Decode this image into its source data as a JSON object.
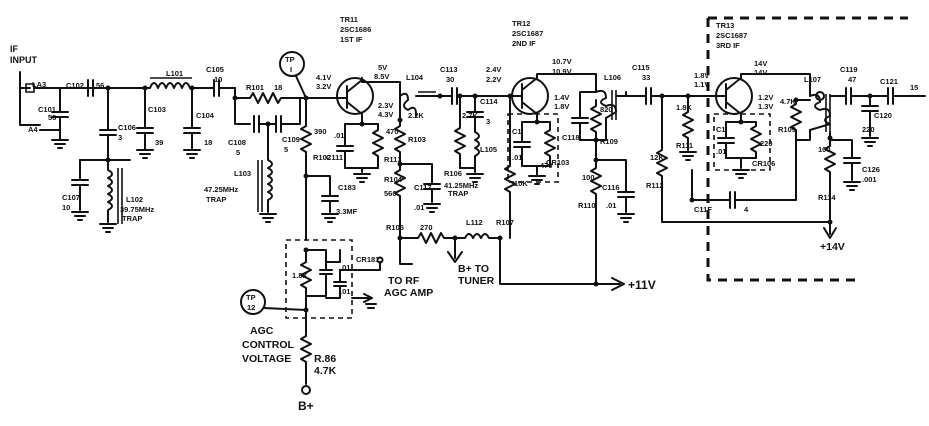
{
  "title": "",
  "labels": {
    "if_input": "IF",
    "if_input2": "INPUT",
    "la3": "LA3",
    "a4": "A4",
    "c101": "C101",
    "c101_val": "56",
    "c102": "C102",
    "c102_val": "56",
    "l101": "L101",
    "c103": "C103",
    "c103_val": "39",
    "c104": "C104",
    "c104_val": "18",
    "c105": "C105",
    "c105_val": "10",
    "c106": "C106",
    "c106_val": "3",
    "c107": "C107",
    "c107_val": "10",
    "l102": "L102",
    "trap1": "39.75MHz",
    "trap1b": "TRAP",
    "r101": "R101",
    "r101_val": "18",
    "c108": "C108",
    "c108_val": "5",
    "c109": "C109",
    "c109_val": "5",
    "l103": "L103",
    "trap2": "47.25MHz",
    "trap2b": "TRAP",
    "tp": "TP",
    "tp_num": "I",
    "tr11": "TR11",
    "tr11_part": "2SC1686",
    "tr11_desc": "1ST IF",
    "v1": "4.1V",
    "v1b": "3.2V",
    "v2": "5V",
    "v2b": "8.5V",
    "v3": "2.3V",
    "v3b": "4.3V",
    "r102": "R102",
    "r102_val": "390",
    "c111": "C111",
    "c111_val": ".01",
    "r113": "R113",
    "r113_val": "470",
    "c183": "C183",
    "c183_val": "3.3MF",
    "l104": "L104",
    "r103": "R103",
    "r103_val": "2.2K",
    "r104": "R104",
    "r104_val": "560",
    "c117": "C117",
    "c117_val": ".01",
    "c113": "C113",
    "c113_val": "30",
    "r106": "R106",
    "r106_val": "2.7K",
    "c114": "C114",
    "c114_val": "3",
    "l105": "L105",
    "trap3": "41.25MHz",
    "trap3b": "TRAP",
    "r105": "R105",
    "r105_val": "270",
    "l112": "L112",
    "b_tuner": "B+ TO",
    "b_tuner2": "TUNER",
    "tr12": "TR12",
    "tr12_part": "2SC1687",
    "tr12_desc": "2ND IF",
    "v4": "2.4V",
    "v4b": "2.2V",
    "v5": "10.7V",
    "v5b": "10.9V",
    "v6": "1.4V",
    "v6b": "1.8V",
    "c10": "C1",
    "c10_val": ".01",
    "r108": "R108",
    "r108_val": "470",
    "cr103": "CR103",
    "r107": "R107",
    "r107_val": "10K",
    "c118": "C118",
    "r109": "R109",
    "r109_val": "820",
    "l106": "L106",
    "r110": "R110",
    "r110_val": "100",
    "c116": "C116",
    "c116_val": ".01",
    "plus11v": "+11V",
    "c115": "C115",
    "c115_val": "33",
    "r111": "R111",
    "r111_val": "1.8K",
    "r112": "R112",
    "r112_val": "12K",
    "tr13": "TR13",
    "tr13_part": "2SC1687",
    "tr13_desc": "3RD IF",
    "v7": "1.8V",
    "v7b": "1.1V",
    "v8": "14V",
    "v8b": "14V",
    "v9": "1.2V",
    "v9b": "1.3V",
    "c1x": "C1",
    "c1x_val": ".01",
    "r220": "220",
    "cr106": "CR106",
    "r109b": "R109",
    "r109b_val": "4.7K",
    "l107": "L107",
    "c11f": "C11F",
    "c11f_val": "4",
    "r114": "R114",
    "r114_val": "100",
    "c126": "C126",
    "c126_val": ".001",
    "plus14v": "+14V",
    "c119": "C119",
    "c119_val": "47",
    "c120": "C120",
    "c120_val": "220",
    "c121": "C121",
    "c121_val": "15",
    "r1k8": "1.8K",
    "cr181": "CR181",
    "c01a": ".01",
    "c01b": ".01",
    "to_rf": "TO RF",
    "agc_amp": "AGC AMP",
    "tp2": "TP",
    "tp2_num": "12",
    "agc1": "AGC",
    "agc2": "CONTROL",
    "agc3": "VOLTAGE",
    "r86": "R.86",
    "r86_val": "4.7K",
    "bplus": "B+"
  }
}
